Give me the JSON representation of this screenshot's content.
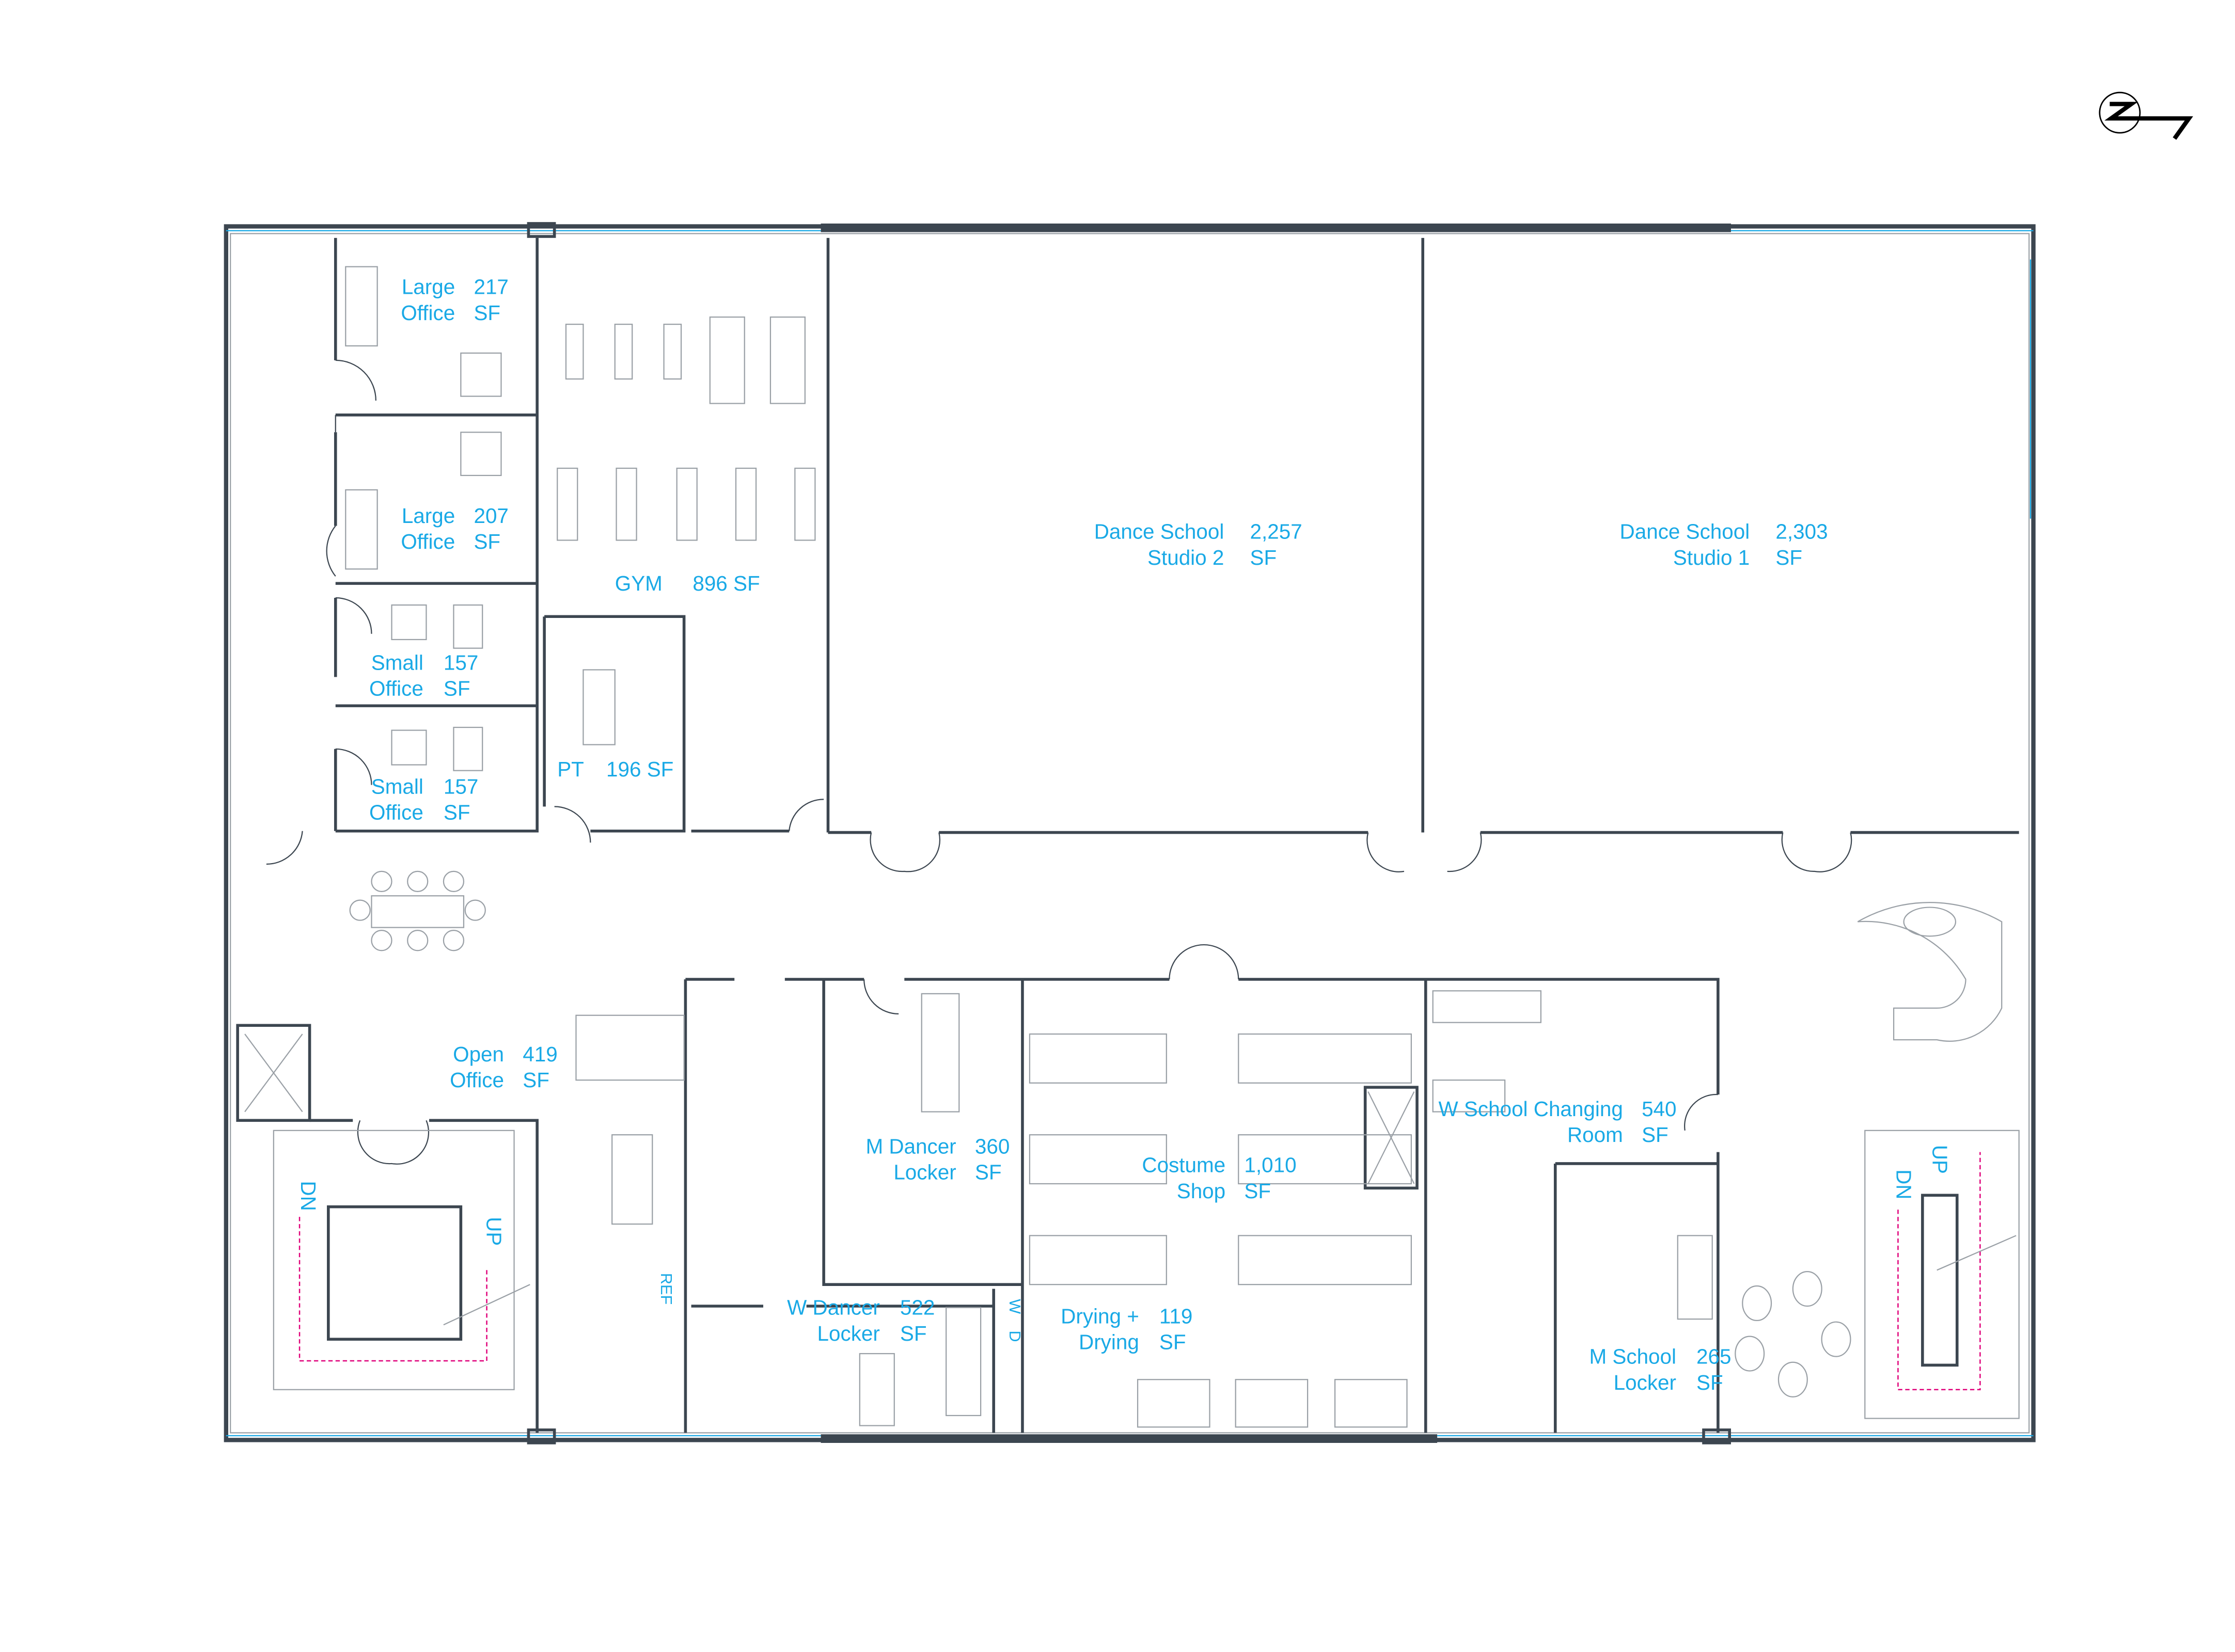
{
  "north_arrow": {
    "label": "N"
  },
  "rooms": [
    {
      "id": "large-office-1",
      "name1": "Large",
      "name2": "Office",
      "area": "217",
      "unit": "SF"
    },
    {
      "id": "large-office-2",
      "name1": "Large",
      "name2": "Office",
      "area": "207",
      "unit": "SF"
    },
    {
      "id": "small-office-1",
      "name1": "Small",
      "name2": "Office",
      "area": "157",
      "unit": "SF"
    },
    {
      "id": "small-office-2",
      "name1": "Small",
      "name2": "Office",
      "area": "157",
      "unit": "SF"
    },
    {
      "id": "gym",
      "name1": "GYM",
      "area": "896 SF"
    },
    {
      "id": "pt",
      "name1": "PT",
      "area": "196 SF"
    },
    {
      "id": "studio-2",
      "name1": "Dance School",
      "name2": "Studio 2",
      "area": "2,257",
      "unit": "SF"
    },
    {
      "id": "studio-1",
      "name1": "Dance School",
      "name2": "Studio 1",
      "area": "2,303",
      "unit": "SF"
    },
    {
      "id": "open-office",
      "name1": "Open",
      "name2": "Office",
      "area": "419",
      "unit": "SF"
    },
    {
      "id": "m-dancer-locker",
      "name1": "M Dancer",
      "name2": "Locker",
      "area": "360",
      "unit": "SF"
    },
    {
      "id": "costume-shop",
      "name1": "Costume",
      "name2": "Shop",
      "area": "1,010",
      "unit": "SF"
    },
    {
      "id": "w-school-changing",
      "name1": "W School Changing",
      "name2": "Room",
      "area": "540",
      "unit": "SF"
    },
    {
      "id": "w-dancer-locker",
      "name1": "W Dancer",
      "name2": "Locker",
      "area": "522",
      "unit": "SF"
    },
    {
      "id": "drying",
      "name1": "Drying +",
      "name2": "Drying",
      "area": "119",
      "unit": "SF"
    },
    {
      "id": "m-school-locker",
      "name1": "M School",
      "name2": "Locker",
      "area": "265",
      "unit": "SF"
    }
  ],
  "tags": {
    "dn": "DN",
    "up": "UP",
    "ref": "REF",
    "washer": "W",
    "dryer": "D"
  },
  "colors": {
    "label": "#19a9e6",
    "stair": "#e0007a",
    "wall": "#3c4650"
  }
}
